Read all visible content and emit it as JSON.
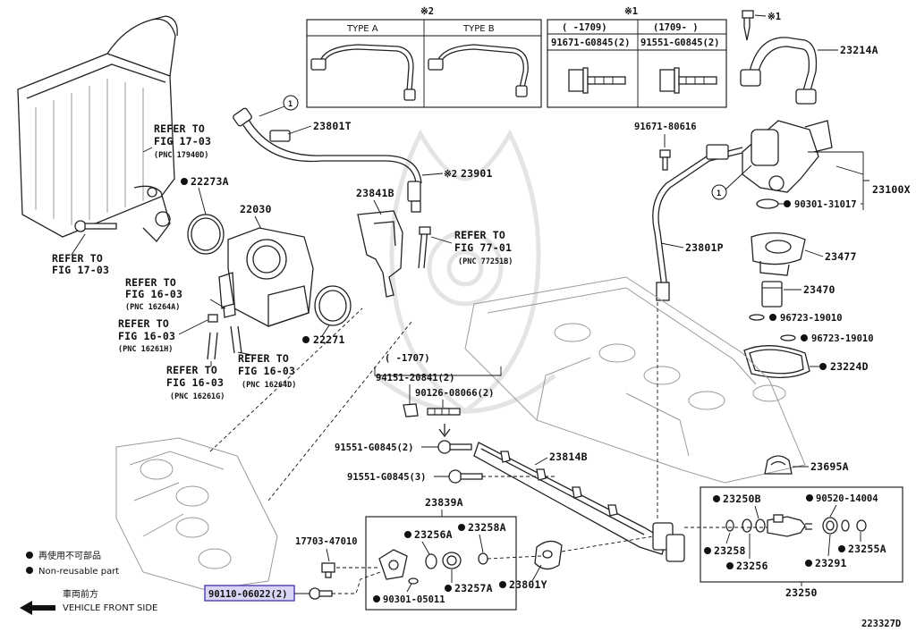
{
  "figure_code": "223327D",
  "box_type": {
    "mark": "※2",
    "type_a": "TYPE A",
    "type_b": "TYPE B"
  },
  "box_bolt": {
    "mark": "※1",
    "col1_header": "(   -1709)",
    "col2_header": "(1709-   )",
    "col1_part": "91671-G0845(2)",
    "col2_part": "91551-G0845(2)"
  },
  "callouts": {
    "p23214A": "23214A",
    "p23214A_mark": "※1",
    "p23801T": "23801T",
    "p23901": "23901",
    "p23901_mark": "※2",
    "p22273A": "22273A",
    "p22030": "22030",
    "p23841B": "23841B",
    "p91671_80616": "91671-80616",
    "p23100X": "23100X",
    "p90301_31017": "90301-31017",
    "p23801P": "23801P",
    "p23477": "23477",
    "p23470": "23470",
    "p96723_19010a": "96723-19010",
    "p96723_19010b": "96723-19010",
    "p23224D": "23224D",
    "p22271": "22271",
    "date_note": "(    -1707)",
    "p94151_20841": "94151-20841(2)",
    "p90126_08066": "90126-08066(2)",
    "p91551_G0845_2": "91551-G0845(2)",
    "p91551_G0845_3": "91551-G0845(3)",
    "p23814B": "23814B",
    "p23695A": "23695A",
    "p23839A": "23839A",
    "p23256A": "23256A",
    "p23258A": "23258A",
    "p17703_47010": "17703-47010",
    "p90110_06022": "90110-06022(2)",
    "p90301_05011": "90301-05011",
    "p23257A": "23257A",
    "p23801Y": "23801Y",
    "p23250B": "23250B",
    "p90520_14004": "90520-14004",
    "p23258": "23258",
    "p23256": "23256",
    "p23291": "23291",
    "p23255A": "23255A",
    "p23250": "23250",
    "circle_1": "1"
  },
  "refers": {
    "r1": {
      "line1": "REFER TO",
      "line2": "FIG 17-03",
      "line3": "(PNC 17940D)"
    },
    "r2": {
      "line1": "REFER TO",
      "line2": "FIG 17-03"
    },
    "r3": {
      "line1": "REFER TO",
      "line2": "FIG 77-01",
      "line3": "(PNC 77251B)"
    },
    "r4": {
      "line1": "REFER TO",
      "line2": "FIG 16-03",
      "line3": "(PNC 16264A)"
    },
    "r5": {
      "line1": "REFER TO",
      "line2": "FIG 16-03",
      "line3": "(PNC 16261H)"
    },
    "r6": {
      "line1": "REFER TO",
      "line2": "FIG 16-03",
      "line3": "(PNC 16261G)"
    },
    "r7": {
      "line1": "REFER TO",
      "line2": "FIG 16-03",
      "line3": "(PNC 16264D)"
    }
  },
  "legend": {
    "jp": "再使用不可部品",
    "en": "Non-reusable part",
    "front_jp": "車両前方",
    "front_en": "VEHICLE FRONT SIDE"
  }
}
